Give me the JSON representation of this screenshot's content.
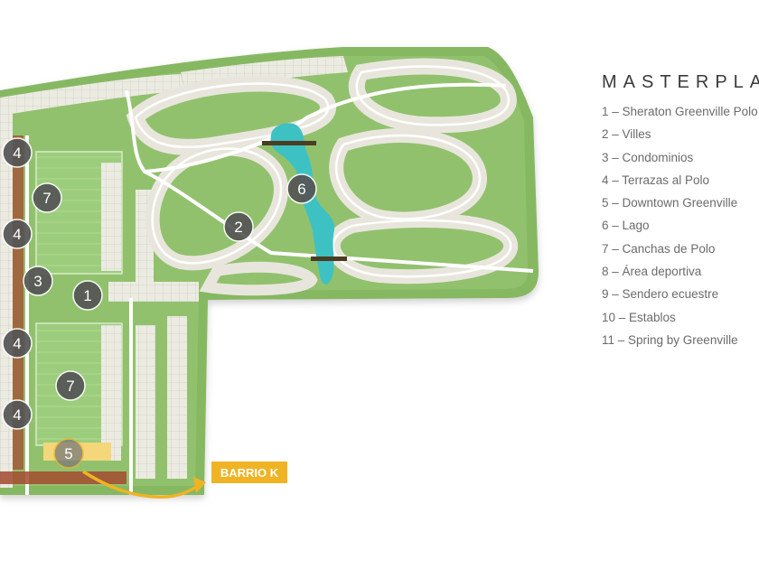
{
  "legend": {
    "title": "MASTERPLAN",
    "items": [
      "1 – Sheraton Greenville Polo",
      "2 – Villes",
      "3 – Condominios",
      "4 – Terrazas al Polo",
      "5 – Downtown Greenville",
      "6 – Lago",
      "7 – Canchas de Polo",
      "8 – Área deportiva",
      "9 – Sendero ecuestre",
      "10 – Establos",
      "11 – Spring by Greenville"
    ]
  },
  "map_markers": [
    "1",
    "2",
    "3",
    "4",
    "4",
    "4",
    "4",
    "5",
    "6",
    "7",
    "7"
  ],
  "callout": {
    "label": "BARRIO K"
  },
  "colors": {
    "grass": "#8fbf6c",
    "grass_light": "#a8cf85",
    "lots": "#eae8df",
    "road": "#ffffff",
    "lake": "#3ec1c3",
    "marker": "#555555",
    "accent_yellow": "#f0b323",
    "buildings": "#a34a2f",
    "legend_text": "#6b6b6b",
    "title_text": "#3a3a3a"
  }
}
